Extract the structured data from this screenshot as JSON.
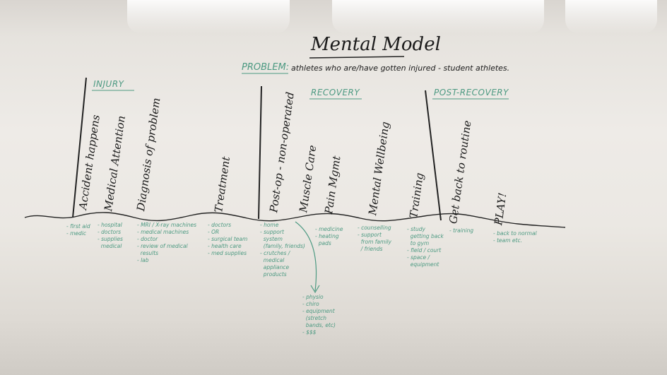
{
  "title": "Mental Model",
  "problem": {
    "label": "PROBLEM:",
    "text": "athletes who are/have gotten injured - student athletes."
  },
  "sections": {
    "injury": "INJURY",
    "recovery": "RECOVERY",
    "post_recovery": "POST-RECOVERY"
  },
  "stages": [
    "Accident happens",
    "Medical Attention",
    "Diagnosis of problem",
    "Treatment",
    "Post-op - non-operated",
    "Muscle Care",
    "Pain Mgmt",
    "Mental Wellbeing",
    "Training",
    "Get back to routine",
    "PLAY!"
  ],
  "notes": {
    "accident": "- first aid\n- medic",
    "medical": "- hospital\n- doctors\n- supplies\n  medical",
    "diagnosis": "- MRI / X-ray machines\n- medical machines\n- doctor\n- review of medical\n  results\n- lab",
    "treatment": "- doctors\n- OR\n- surgical team\n- health care\n- med supplies",
    "postop": "- home\n- support\n  system\n  (family, friends)\n- crutches /\n  medical\n  appliance\n  products",
    "muscle": "- physio\n- chiro\n- equipment\n  (stretch\n  bands, etc)\n- $$$",
    "pain": "- medicine\n- heating\n  pads",
    "mental": "- counselling\n- support\n  from family\n  / friends",
    "training": "- study\n  getting back\n  to gym\n- field / court\n- space /\n  equipment",
    "routine": "- training",
    "play": "- back to normal\n- team etc."
  },
  "colors": {
    "ink": "#1b1b1b",
    "teal": "#4d9a82",
    "board": "#ebe8e3"
  }
}
